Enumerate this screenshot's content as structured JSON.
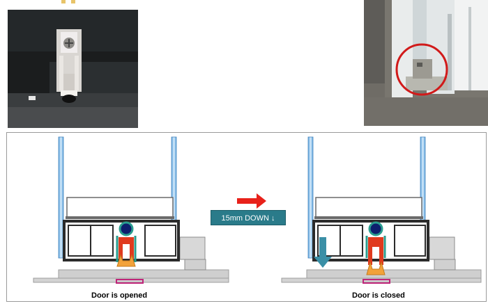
{
  "captions": {
    "open": "Door is opened",
    "closed": "Door is closed"
  },
  "indicator": {
    "label": "15mm DOWN ↓",
    "arrow_color": "#e8211a",
    "label_bg": "#2a7b8a"
  },
  "colors": {
    "glass": "#8fc0ea",
    "frame": "#2b2b2b",
    "seal_teal": "#2a9d8f",
    "seal_red": "#e03a1e",
    "seal_orange": "#f2a23a",
    "roller": "#0d1f6e",
    "floor": "#c8c8c8",
    "magenta": "#c0257a",
    "down_arrow": "#3a8fa6"
  },
  "photos": {
    "left": "door-bottom-seal-closeup",
    "right": "glass-partition-corner-with-highlight"
  }
}
